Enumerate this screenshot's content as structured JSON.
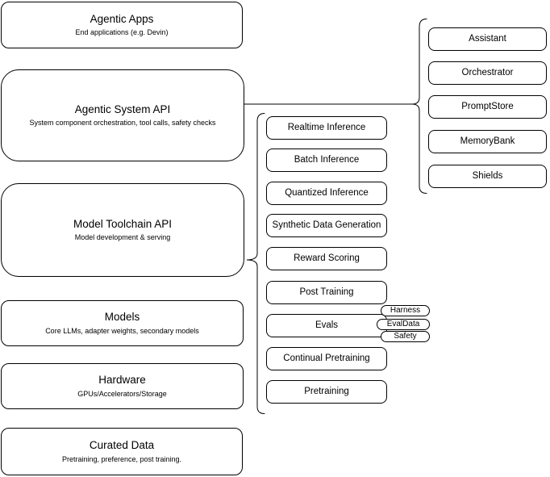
{
  "diagram": {
    "stack": {
      "agentic_apps": {
        "title": "Agentic Apps",
        "subtitle": "End applications (e.g. Devin)"
      },
      "agentic_system_api": {
        "title": "Agentic System API",
        "subtitle": "System component orchestration, tool calls, safety checks"
      },
      "model_toolchain_api": {
        "title": "Model Toolchain API",
        "subtitle": "Model development & serving"
      },
      "models": {
        "title": "Models",
        "subtitle": "Core LLMs, adapter weights, secondary models"
      },
      "hardware": {
        "title": "Hardware",
        "subtitle": "GPUs/Accelerators/Storage"
      },
      "curated_data": {
        "title": "Curated Data",
        "subtitle": "Pretraining, preference, post training."
      }
    },
    "toolchain_components": [
      "Realtime Inference",
      "Batch Inference",
      "Quantized Inference",
      "Synthetic Data Generation",
      "Reward Scoring",
      "Post Training",
      "Evals",
      "Continual Pretraining",
      "Pretraining"
    ],
    "evals_tags": [
      "Harness",
      "EvalData",
      "Safety"
    ],
    "system_components": [
      "Assistant",
      "Orchestrator",
      "PromptStore",
      "MemoryBank",
      "Shields"
    ],
    "colors": {
      "stroke": "#000000",
      "fill": "#ffffff",
      "text": "#000000",
      "background": "#ffffff"
    }
  }
}
